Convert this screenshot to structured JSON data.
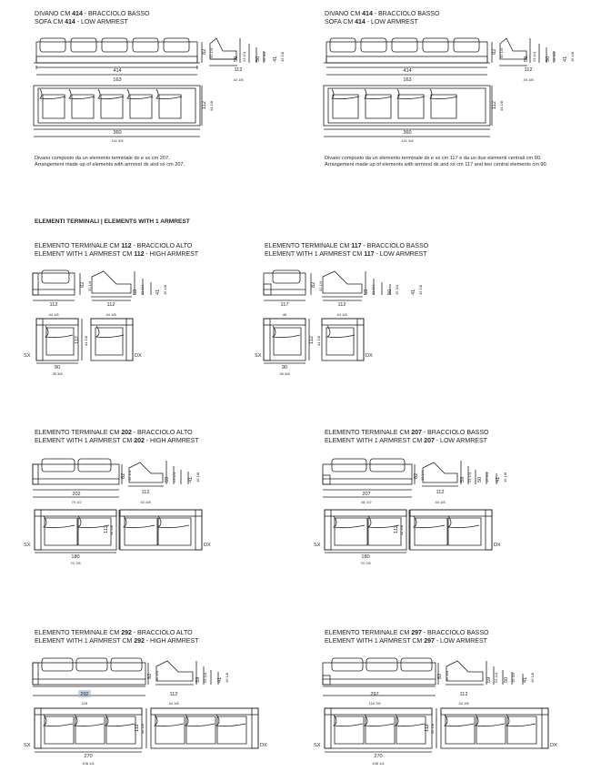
{
  "header_blocks": [
    {
      "line1_pre": "DIVANO CM ",
      "line1_num": "414",
      "line1_post": " - BRACCIOLO BASSO",
      "line2_pre": "SOFA CM ",
      "line2_num": "414",
      "line2_post": " - LOW ARMREST",
      "dims": {
        "side_w": "414",
        "side_w_in": "163",
        "height": "82",
        "height_in": "32 1/4",
        "sec_w": "112",
        "sec_w_in": "44 1/8",
        "sec_h": "59",
        "sec_h_in": "23 1/4",
        "sec_h2": "50",
        "sec_h2_in": "19 3/4",
        "sec_h3": "41",
        "sec_h3_in": "16 1/8",
        "plan_w": "360",
        "plan_w_in": "141 3/4",
        "depth": "112",
        "depth_in": "44 1/8"
      },
      "note1": "Divano composto da un elemento terminale dx e sx cm 207.",
      "note2": "Arrangement made up of elements with armrest dx and sx cm 207."
    },
    {
      "line1_pre": "DIVANO CM ",
      "line1_num": "414",
      "line1_post": " - BRACCIOLO BASSO",
      "line2_pre": "SOFA CM ",
      "line2_num": "414",
      "line2_post": " - LOW ARMREST",
      "dims": {
        "side_w": "414",
        "side_w_in": "163",
        "height": "82",
        "height_in": "32 1/4",
        "sec_w": "112",
        "sec_w_in": "44 1/8",
        "sec_h": "59",
        "sec_h_in": "23 1/4",
        "sec_h2": "50",
        "sec_h2_in": "19 3/4",
        "sec_h3": "41",
        "sec_h3_in": "16 1/8",
        "plan_w": "360",
        "plan_w_in": "141 3/4",
        "depth": "112",
        "depth_in": "44 1/8"
      },
      "note1": "Divano composto da un elemento terminale dx e sx cm 117 e da un due elementi centrali cm 90.",
      "note2": "Arrangement made up of elements with armrest dx and sx cm 117 and two central elements cm 90."
    }
  ],
  "section_title": "ELEMENTI TERMINALI | ELEMENTS WITH 1 ARMREST",
  "elements": [
    {
      "l1_pre": "ELEMENTO TERMINALE CM ",
      "l1_num": "112",
      "l1_post": " - BRACCIOLO ALTO",
      "l2_pre": "ELEMENT WITH 1 ARMREST CM ",
      "l2_num": "112",
      "l2_post": " - HIGH ARMREST",
      "front_w": "112",
      "front_w_in": "44 1/8",
      "sec_w": "112",
      "sec_w_in": "44 1/8",
      "plan_w": "90",
      "plan_w_in": "35 3/8",
      "sx": "SX",
      "dx": "DX"
    },
    {
      "l1_pre": "ELEMENTO TERMINALE CM ",
      "l1_num": "117",
      "l1_post": " - BRACCIOLO BASSO",
      "l2_pre": "ELEMENT WITH 1 ARMREST CM ",
      "l2_num": "117",
      "l2_post": " - LOW ARMREST",
      "front_w": "117",
      "front_w_in": "46",
      "sec_w": "112",
      "sec_w_in": "44 1/8",
      "plan_w": "90",
      "plan_w_in": "35 3/8",
      "sx": "SX",
      "dx": "DX"
    },
    {
      "l1_pre": "ELEMENTO TERMINALE CM ",
      "l1_num": "202",
      "l1_post": " - BRACCIOLO ALTO",
      "l2_pre": "ELEMENT WITH 1 ARMREST CM ",
      "l2_num": "202",
      "l2_post": " - HIGH ARMREST",
      "front_w": "202",
      "front_w_in": "79 1/2",
      "sec_w": "112",
      "sec_w_in": "44 1/8",
      "plan_w": "180",
      "plan_w_in": "70 7/8",
      "sx": "SX",
      "dx": "DX"
    },
    {
      "l1_pre": "ELEMENTO TERMINALE CM ",
      "l1_num": "207",
      "l1_post": " - BRACCIOLO BASSO",
      "l2_pre": "ELEMENT WITH 1 ARMREST CM ",
      "l2_num": "207",
      "l2_post": " - LOW ARMREST",
      "front_w": "207",
      "front_w_in": "81 1/2",
      "sec_w": "112",
      "sec_w_in": "44 1/8",
      "plan_w": "180",
      "plan_w_in": "70 7/8",
      "sx": "SX",
      "dx": "DX"
    },
    {
      "l1_pre": "ELEMENTO TERMINALE CM ",
      "l1_num": "292",
      "l1_post": " - BRACCIOLO ALTO",
      "l2_pre": "ELEMENT WITH 1 ARMREST CM ",
      "l2_num": "292",
      "l2_post": " - HIGH ARMREST",
      "front_w": "292",
      "front_w_in": "115",
      "sec_w": "112",
      "sec_w_in": "44 1/8",
      "plan_w": "270",
      "plan_w_in": "106 1/4",
      "sx": "SX",
      "dx": "DX"
    },
    {
      "l1_pre": "ELEMENTO TERMINALE CM ",
      "l1_num": "297",
      "l1_post": " - BRACCIOLO BASSO",
      "l2_pre": "ELEMENT WITH 1 ARMREST CM ",
      "l2_num": "297",
      "l2_post": " - LOW ARMREST",
      "front_w": "297",
      "front_w_in": "116 7/8",
      "sec_w": "112",
      "sec_w_in": "44 1/8",
      "plan_w": "270",
      "plan_w_in": "106 1/4",
      "sx": "SX",
      "dx": "DX"
    }
  ],
  "common_dims": {
    "h82": "82",
    "h82_in": "32 1/4",
    "h59": "59",
    "h59_in": "23 1/4",
    "h50": "50",
    "h50_in": "19 3/4",
    "h41": "41",
    "h41_in": "16 1/8",
    "d112": "112",
    "d112_in": "44 1/8"
  }
}
